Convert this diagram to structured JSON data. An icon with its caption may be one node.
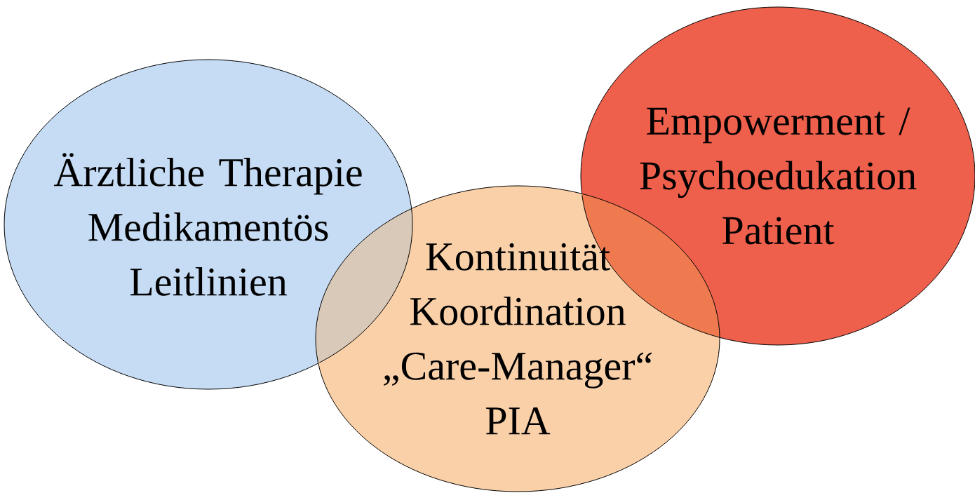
{
  "diagram": {
    "nodes": [
      {
        "text": [
          "Ärztliche Therapie",
          "Medikamentös",
          "Leitlinien"
        ]
      },
      {
        "text": [
          "Empowerment / Psychoedukation",
          "Patient"
        ]
      },
      {
        "text": [
          "Kontinuität",
          "Koordination",
          "„Care-Manager“",
          "PIA"
        ]
      }
    ]
  }
}
